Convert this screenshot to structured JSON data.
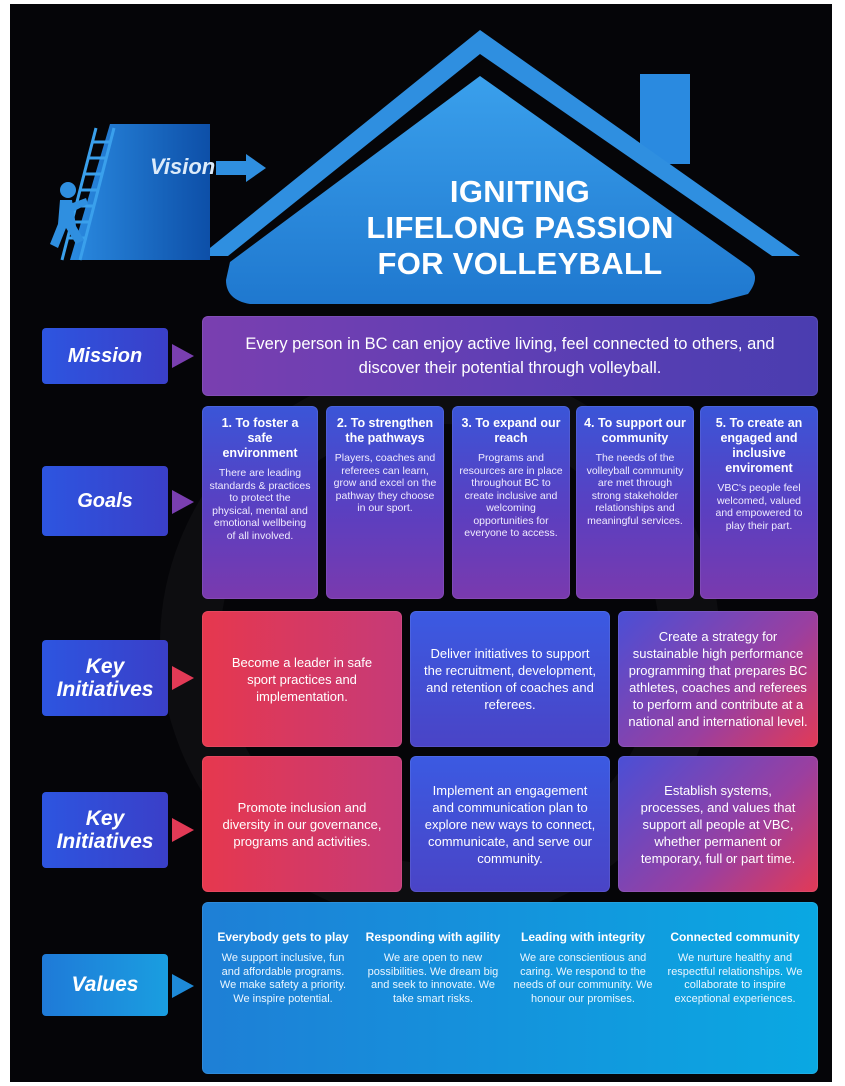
{
  "vision": {
    "label": "Vision",
    "headline": [
      "IGNITING",
      "LIFELONG PASSION",
      "FOR VOLLEYBALL"
    ]
  },
  "mission": {
    "label": "Mission",
    "text": "Every person in BC can enjoy active living, feel connected to others, and discover their potential through volleyball."
  },
  "goals": {
    "label": "Goals",
    "items": [
      {
        "title": "1. To foster a safe environment",
        "desc": "There are leading standards & practices to protect the physical, mental and emotional wellbeing of all involved."
      },
      {
        "title": "2. To strengthen the pathways",
        "desc": "Players, coaches and referees can learn, grow and excel on the pathway they choose in our sport."
      },
      {
        "title": "3. To expand our reach",
        "desc": "Programs and resources are in place throughout BC to create inclusive and welcoming opportunities for everyone to access."
      },
      {
        "title": "4. To support our community",
        "desc": "The needs of the volleyball community are met through strong stakeholder relationships and meaningful services."
      },
      {
        "title": "5. To create an engaged and inclusive enviroment",
        "desc": "VBC's people feel welcomed, valued and empowered to play their part."
      }
    ]
  },
  "key_initiatives_1": {
    "label_line1": "Key",
    "label_line2": "Initiatives",
    "items": [
      "Become a leader in safe sport practices and implementation.",
      "Deliver initiatives to support the recruitment, development, and retention of coaches and referees.",
      "Create a strategy for sustainable high performance programming that prepares BC athletes, coaches and referees to perform and contribute at a national and international level."
    ]
  },
  "key_initiatives_2": {
    "label_line1": "Key",
    "label_line2": "Initiatives",
    "items": [
      "Promote inclusion and diversity in our governance, programs and activities.",
      "Implement an engagement and communication plan to explore new ways to connect, communicate, and serve our community.",
      "Establish systems, processes, and values that support all people at VBC, whether permanent or temporary, full or part time."
    ]
  },
  "values": {
    "label": "Values",
    "items": [
      {
        "title": "Everybody gets to play",
        "desc": "We support inclusive, fun and affordable programs. We make safety a priority. We inspire potential."
      },
      {
        "title": "Responding with agility",
        "desc": "We are open to new possibilities. We dream big and seek to innovate. We take smart risks."
      },
      {
        "title": "Leading with integrity",
        "desc": "We are conscientious and caring. We respond to the needs of our community. We honour our promises."
      },
      {
        "title": "Connected community",
        "desc": "We nurture healthy and respectful relationships. We collaborate to inspire exceptional experiences."
      }
    ]
  },
  "colors": {
    "house_blue": "#2f8fe0",
    "mission_purple": "#6a3fb4",
    "label_blue": "#3a4fd8",
    "initiative_red": "#e23a56",
    "values_cyan": "#0aa8e2"
  },
  "icons": [
    "ladder-icon",
    "climbing-person-icon"
  ]
}
